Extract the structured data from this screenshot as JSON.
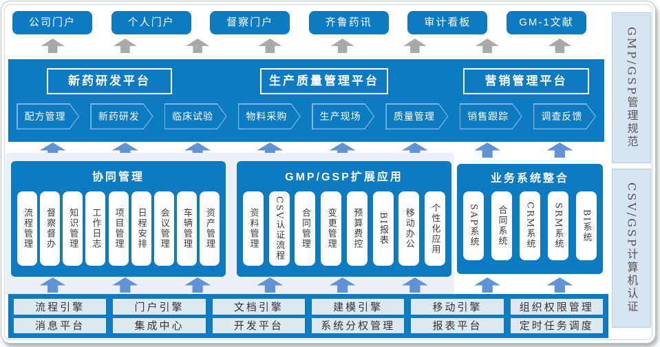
{
  "colors": {
    "primary_blue": "#0c7bc2",
    "arrow_blue": "#5f93d3",
    "arrow_gray": "#a9a9a9",
    "cell_bg": "#dde9f0",
    "side_label_bg": "#d6e4f2",
    "panel_backdrop": "#ecf0f5"
  },
  "top_portals": [
    "公司门户",
    "个人门户",
    "督察门户",
    "齐鲁药讯",
    "审计看板",
    "GM-1文献"
  ],
  "platform_band": {
    "platforms": [
      "新药研发平台",
      "生产质量管理平台",
      "营销管理平台"
    ],
    "process_steps": [
      "配方管理",
      "新药研发",
      "临床试验",
      "物料采购",
      "生产现场",
      "质量管理",
      "销售跟踪",
      "调查反馈"
    ]
  },
  "panels": [
    {
      "title": "协同管理",
      "items": [
        "流程管理",
        "督察督办",
        "知识管理",
        "工作日志",
        "项目管理",
        "日程安排",
        "会议管理",
        "车辆管理",
        "资产管理"
      ]
    },
    {
      "title": "GMP/GSP扩展应用",
      "items": [
        "资料管理",
        "CSV认证流程",
        "合同管理",
        "变更管理",
        "预算费控",
        "BI报表",
        "移动办公",
        "个性化应用"
      ]
    },
    {
      "title": "业务系统整合",
      "items": [
        "SAP系统",
        "合同系统",
        "CRM系统",
        "SRM系统",
        "BI系统"
      ]
    }
  ],
  "foundation": {
    "row1": [
      "流程引擎",
      "门户引擎",
      "文档引擎",
      "建模引擎",
      "移动引擎",
      "组织权限管理"
    ],
    "row2": [
      "消息平台",
      "集成中心",
      "开发平台",
      "系统分权管理",
      "报表平台",
      "定时任务调度"
    ]
  },
  "side_labels": [
    "GMP/GSP管理规范",
    "CSV/GSP计算机认证"
  ]
}
